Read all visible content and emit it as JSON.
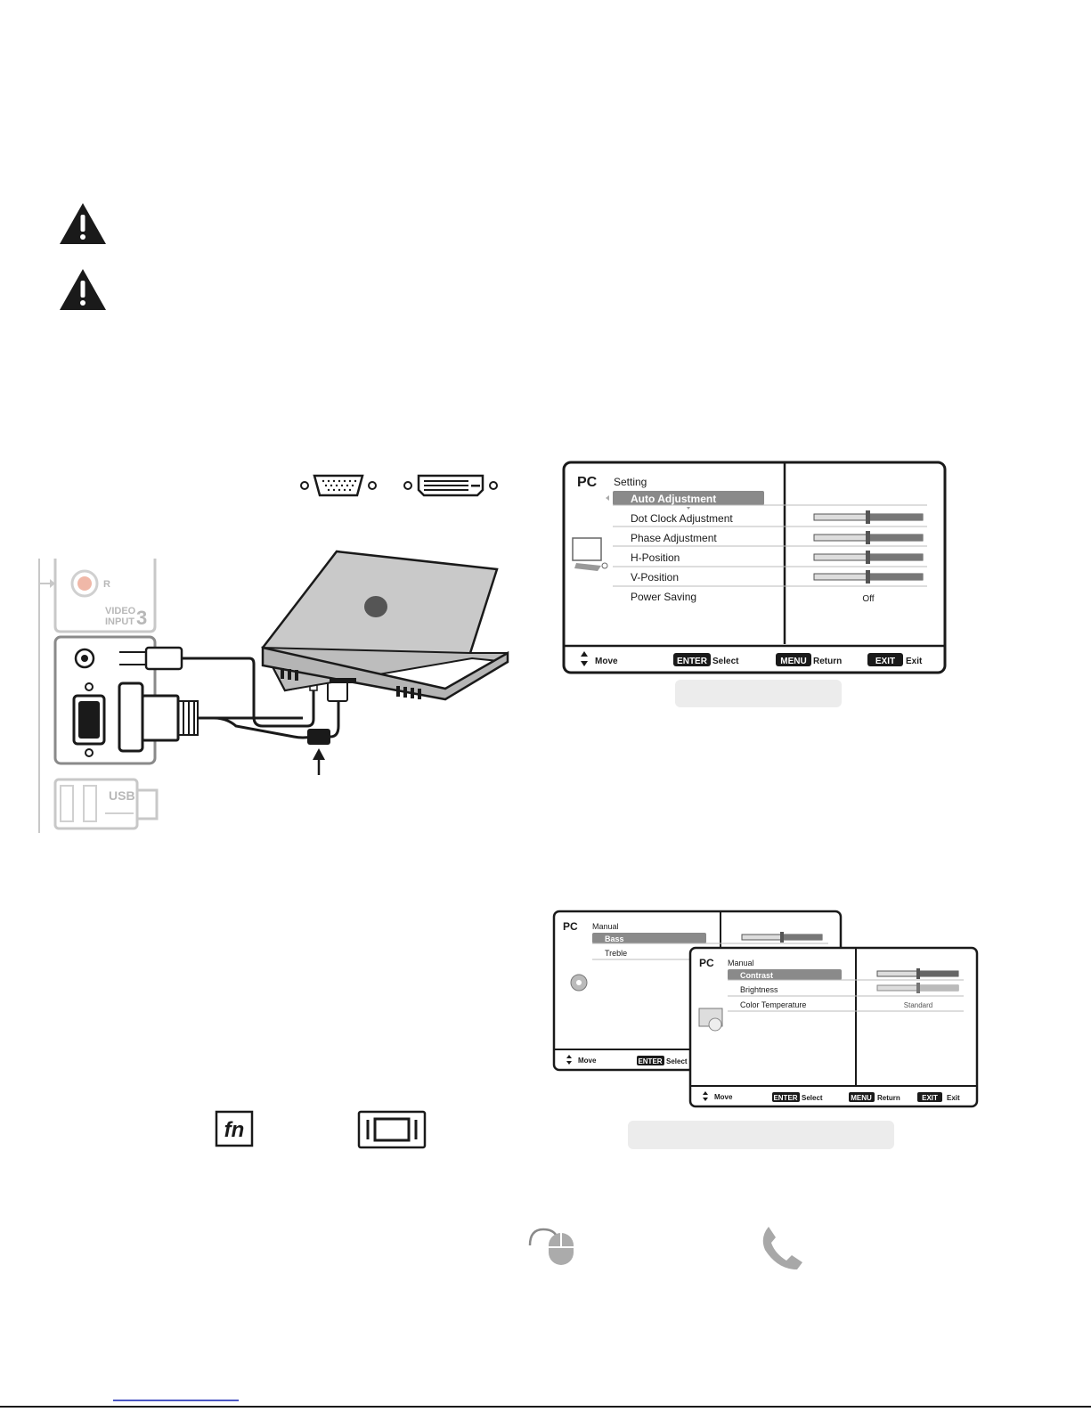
{
  "connector_labels": {
    "video_input": "VIDEO",
    "video_input_word": "INPUT",
    "video_input_number": "3",
    "audio_right": "R",
    "usb": "USB"
  },
  "pc_setting_menu": {
    "title": "PC",
    "subtitle": "Setting",
    "items": [
      {
        "label": "Auto Adjustment",
        "selected": true,
        "control": "none"
      },
      {
        "label": "Dot Clock Adjustment",
        "control": "slider",
        "level": 0.5
      },
      {
        "label": "Phase Adjustment",
        "control": "slider",
        "level": 0.5
      },
      {
        "label": "H-Position",
        "control": "slider",
        "level": 0.5
      },
      {
        "label": "V-Position",
        "control": "slider",
        "level": 0.5
      },
      {
        "label": "Power Saving",
        "control": "value",
        "value": "Off"
      }
    ],
    "footer": {
      "move": "Move",
      "enter_key": "ENTER",
      "enter_label": "Select",
      "menu_key": "MENU",
      "menu_label": "Return",
      "exit_key": "EXIT",
      "exit_label": "Exit"
    }
  },
  "audio_manual_menu": {
    "title": "PC",
    "subtitle": "Manual",
    "items": [
      {
        "label": "Bass",
        "selected": true,
        "control": "slider",
        "level": 0.5
      },
      {
        "label": "Treble",
        "control": "none"
      }
    ],
    "footer": {
      "move": "Move",
      "enter_key": "ENTER",
      "enter_label": "Select"
    }
  },
  "picture_manual_menu": {
    "title": "PC",
    "subtitle": "Manual",
    "items": [
      {
        "label": "Contrast",
        "selected": true,
        "control": "slider",
        "level": 0.5
      },
      {
        "label": "Brightness",
        "control": "slider",
        "level": 0.5
      },
      {
        "label": "Color Temperature",
        "control": "value",
        "value": "Standard"
      }
    ],
    "footer": {
      "move": "Move",
      "enter_key": "ENTER",
      "enter_label": "Select",
      "menu_key": "MENU",
      "menu_label": "Return",
      "exit_key": "EXIT",
      "exit_label": "Exit"
    }
  },
  "key_icons": {
    "fn_label": "fn"
  },
  "icons": [
    "warning-icon",
    "vga-port-icon",
    "dvi-port-icon",
    "mouse-icon",
    "phone-icon",
    "fn-key-icon",
    "display-key-icon"
  ]
}
